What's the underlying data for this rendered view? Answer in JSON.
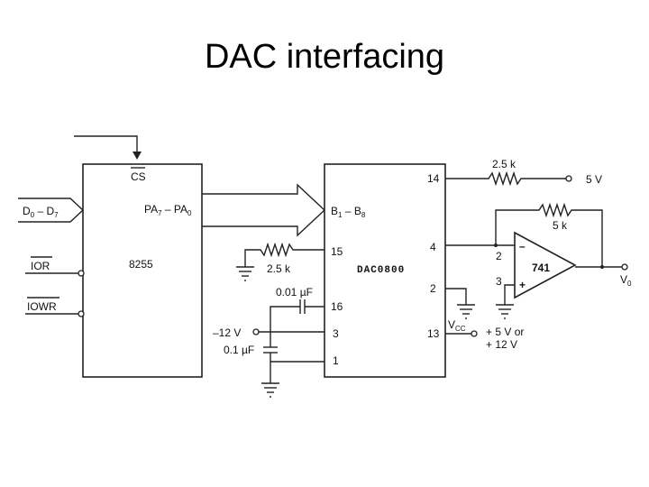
{
  "title": "DAC  interfacing",
  "ic_8255": {
    "name": "8255",
    "cs": "CS",
    "port_base": "PA",
    "port_hi": "7",
    "port_sep": " – ",
    "port_lo": "0"
  },
  "inputs": {
    "data_base": "D",
    "data_lo": "0",
    "data_sep": " – ",
    "data_hi": "7",
    "ior": "IOR",
    "iowr": "IOWR"
  },
  "ic_dac": {
    "name": "DAC0800",
    "b_base": "B",
    "b_lo": "1",
    "b_sep": " – ",
    "b_hi": "8",
    "pins": {
      "p14": "14",
      "p15": "15",
      "p16": "16",
      "p3": "3",
      "p1": "1",
      "p4": "4",
      "p2": "2",
      "p13": "13"
    },
    "vcc_base": "V",
    "vcc_sub": "CC"
  },
  "components": {
    "r_ref": "2.5 k",
    "r_bias": "2.5 k",
    "c_comp": "0.01 µF",
    "c_neg": "0.1 µF",
    "r_feedback": "5 k",
    "neg_supply": "–12 V",
    "ref_voltage": "5 V",
    "vcc_line1": "+ 5 V or",
    "vcc_line2": "+ 12 V"
  },
  "opamp": {
    "name": "741",
    "inv_pin": "2",
    "noninv_pin": "3",
    "inv_sign": "–",
    "noninv_sign": "+",
    "out_base": "V",
    "out_sub": "0"
  }
}
